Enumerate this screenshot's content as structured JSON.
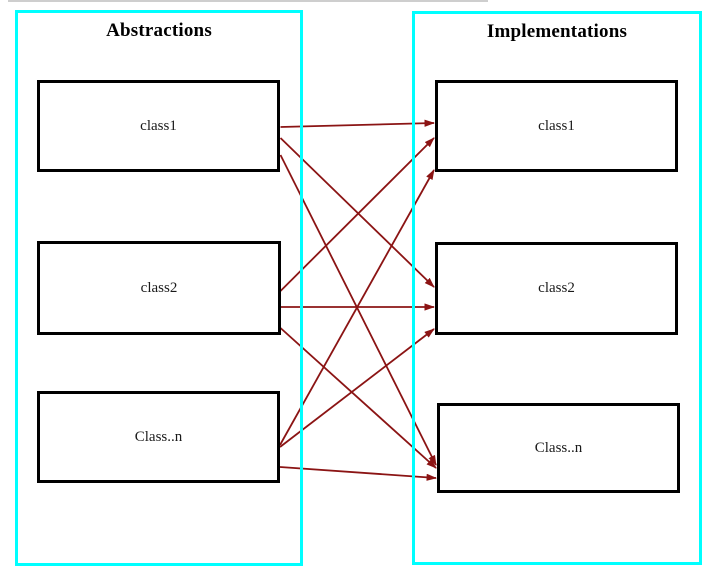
{
  "diagram": {
    "left_panel": {
      "title": "Abstractions",
      "boxes": [
        {
          "label": "class1"
        },
        {
          "label": "class2"
        },
        {
          "label": "Class..n"
        }
      ]
    },
    "right_panel": {
      "title": "Implementations",
      "boxes": [
        {
          "label": "class1"
        },
        {
          "label": "class2"
        },
        {
          "label": "Class..n"
        }
      ]
    },
    "edges": [
      {
        "source": "Abstractions/class1",
        "target": "Implementations/class1"
      },
      {
        "source": "Abstractions/class1",
        "target": "Implementations/class2"
      },
      {
        "source": "Abstractions/class1",
        "target": "Implementations/Class..n"
      },
      {
        "source": "Abstractions/class2",
        "target": "Implementations/class1"
      },
      {
        "source": "Abstractions/class2",
        "target": "Implementations/class2"
      },
      {
        "source": "Abstractions/class2",
        "target": "Implementations/Class..n"
      },
      {
        "source": "Abstractions/Class..n",
        "target": "Implementations/class1"
      },
      {
        "source": "Abstractions/Class..n",
        "target": "Implementations/class2"
      },
      {
        "source": "Abstractions/Class..n",
        "target": "Implementations/Class..n"
      }
    ],
    "colors": {
      "panel_border": "#00ffff",
      "box_border": "#000000",
      "arrow": "#8b1414",
      "background": "#ffffff"
    }
  }
}
